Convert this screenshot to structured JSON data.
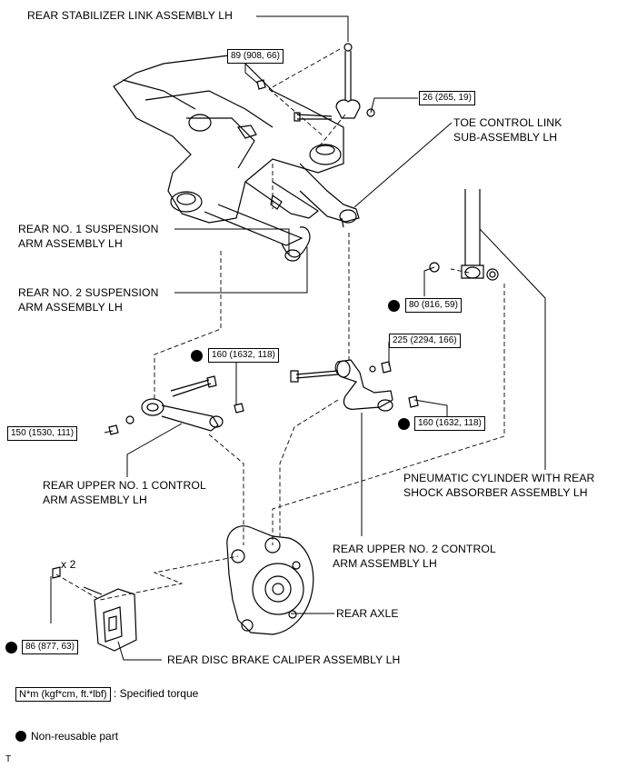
{
  "labels": {
    "stab_link": "REAR STABILIZER LINK ASSEMBLY LH",
    "toe_1": "TOE CONTROL LINK",
    "toe_2": "SUB-ASSEMBLY LH",
    "no1_1": "REAR NO. 1 SUSPENSION",
    "no1_2": "ARM ASSEMBLY LH",
    "no2_1": "REAR NO. 2 SUSPENSION",
    "no2_2": "ARM ASSEMBLY LH",
    "upper1_1": "REAR UPPER NO. 1 CONTROL",
    "upper1_2": "ARM ASSEMBLY LH",
    "pneu_1": "PNEUMATIC CYLINDER WITH REAR",
    "pneu_2": "SHOCK ABSORBER ASSEMBLY LH",
    "upper2_1": "REAR UPPER NO. 2 CONTROL",
    "upper2_2": "ARM ASSEMBLY LH",
    "axle": "REAR AXLE",
    "caliper": "REAR DISC BRAKE CALIPER ASSEMBLY LH",
    "x2": "x 2"
  },
  "torques": {
    "t1": "89 (908, 66)",
    "t2": "26 (265, 19)",
    "t3": "80 (816, 59)",
    "t4": "160 (1632, 118)",
    "t5": "225 (2294, 166)",
    "t6": "150 (1530, 111)",
    "t7": "160 (1632, 118)",
    "t8": "86 (877, 63)"
  },
  "legend": {
    "unit_box": "N*m (kgf*cm, ft.*lbf)",
    "unit_text": ": Specified torque",
    "nonreusable": "Non-reusable part"
  },
  "footer": "T"
}
